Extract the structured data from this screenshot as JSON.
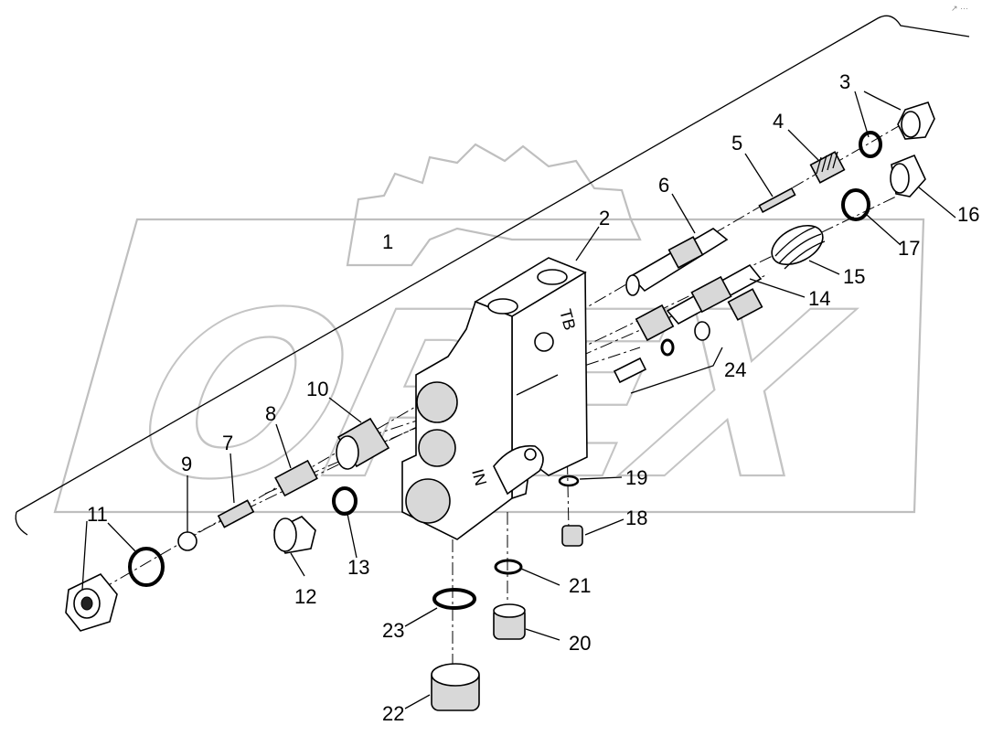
{
  "watermark": {
    "text": "OPEX"
  },
  "corner_mark": "↗ ···",
  "body_markings": {
    "port_top": "TB",
    "port_front": "IN"
  },
  "callouts": [
    {
      "id": "1",
      "label": "1"
    },
    {
      "id": "2",
      "label": "2"
    },
    {
      "id": "3",
      "label": "3"
    },
    {
      "id": "4",
      "label": "4"
    },
    {
      "id": "5",
      "label": "5"
    },
    {
      "id": "6",
      "label": "6"
    },
    {
      "id": "7",
      "label": "7"
    },
    {
      "id": "8",
      "label": "8"
    },
    {
      "id": "9",
      "label": "9"
    },
    {
      "id": "10",
      "label": "10"
    },
    {
      "id": "11",
      "label": "11"
    },
    {
      "id": "12",
      "label": "12"
    },
    {
      "id": "13",
      "label": "13"
    },
    {
      "id": "14",
      "label": "14"
    },
    {
      "id": "15",
      "label": "15"
    },
    {
      "id": "16",
      "label": "16"
    },
    {
      "id": "17",
      "label": "17"
    },
    {
      "id": "18",
      "label": "18"
    },
    {
      "id": "19",
      "label": "19"
    },
    {
      "id": "20",
      "label": "20"
    },
    {
      "id": "21",
      "label": "21"
    },
    {
      "id": "22",
      "label": "22"
    },
    {
      "id": "23",
      "label": "23"
    },
    {
      "id": "24",
      "label": "24"
    }
  ]
}
